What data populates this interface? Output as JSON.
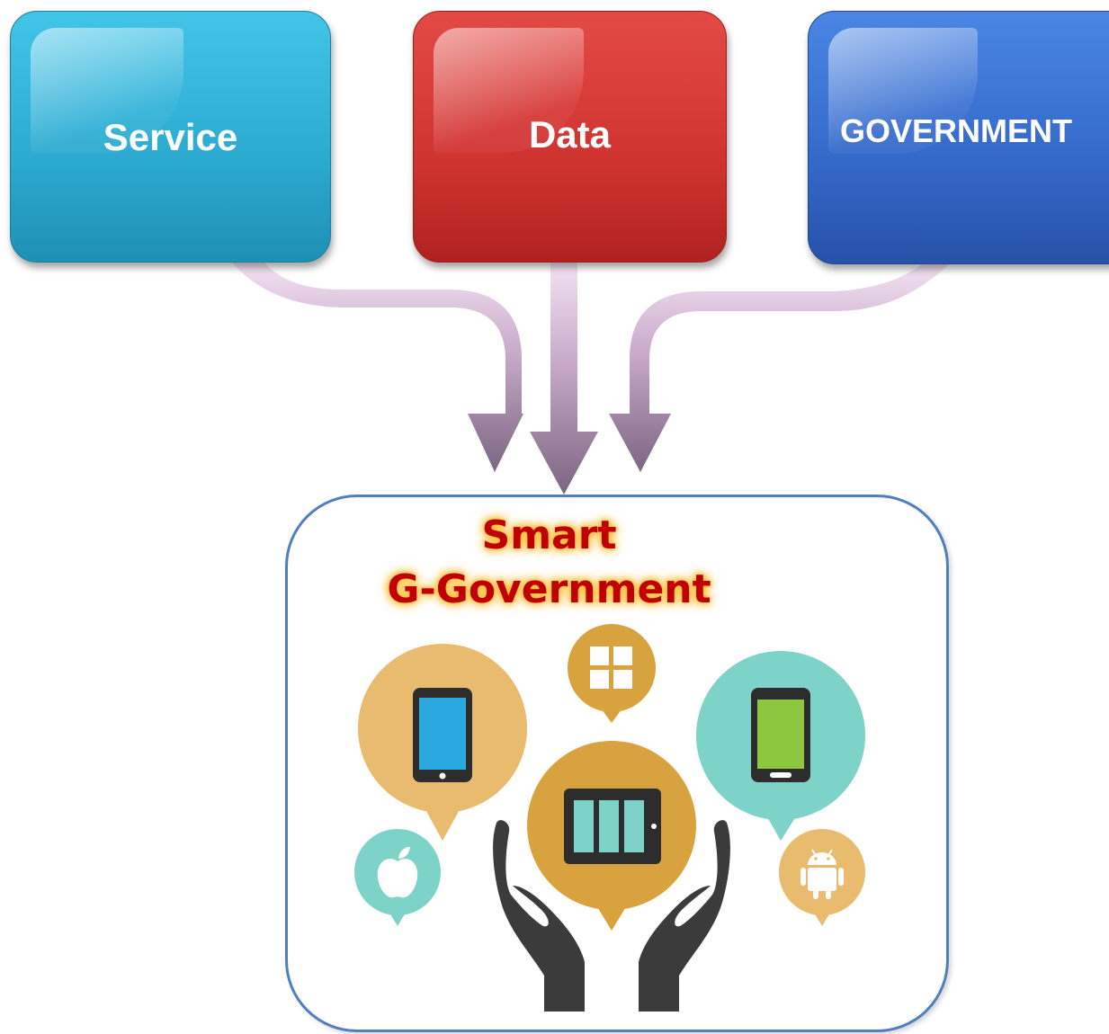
{
  "boxes": {
    "service": "Service",
    "data": "Data",
    "government": "GOVERNMENT"
  },
  "result": {
    "line1": "Smart",
    "line2": "G-Government"
  },
  "icons": [
    "smartphone-icon",
    "windows-icon",
    "android-phone-icon",
    "tablet-icon",
    "apple-icon",
    "android-icon",
    "hands-icon"
  ],
  "colors": {
    "service": "#2ba9cf",
    "data": "#cf3330",
    "government": "#3468c8",
    "panel_border": "#4f7fbf",
    "title": "#c00000",
    "bubble_orange": "#e9bb6e",
    "bubble_gold": "#d8a23e",
    "bubble_teal": "#7dd3c8"
  }
}
